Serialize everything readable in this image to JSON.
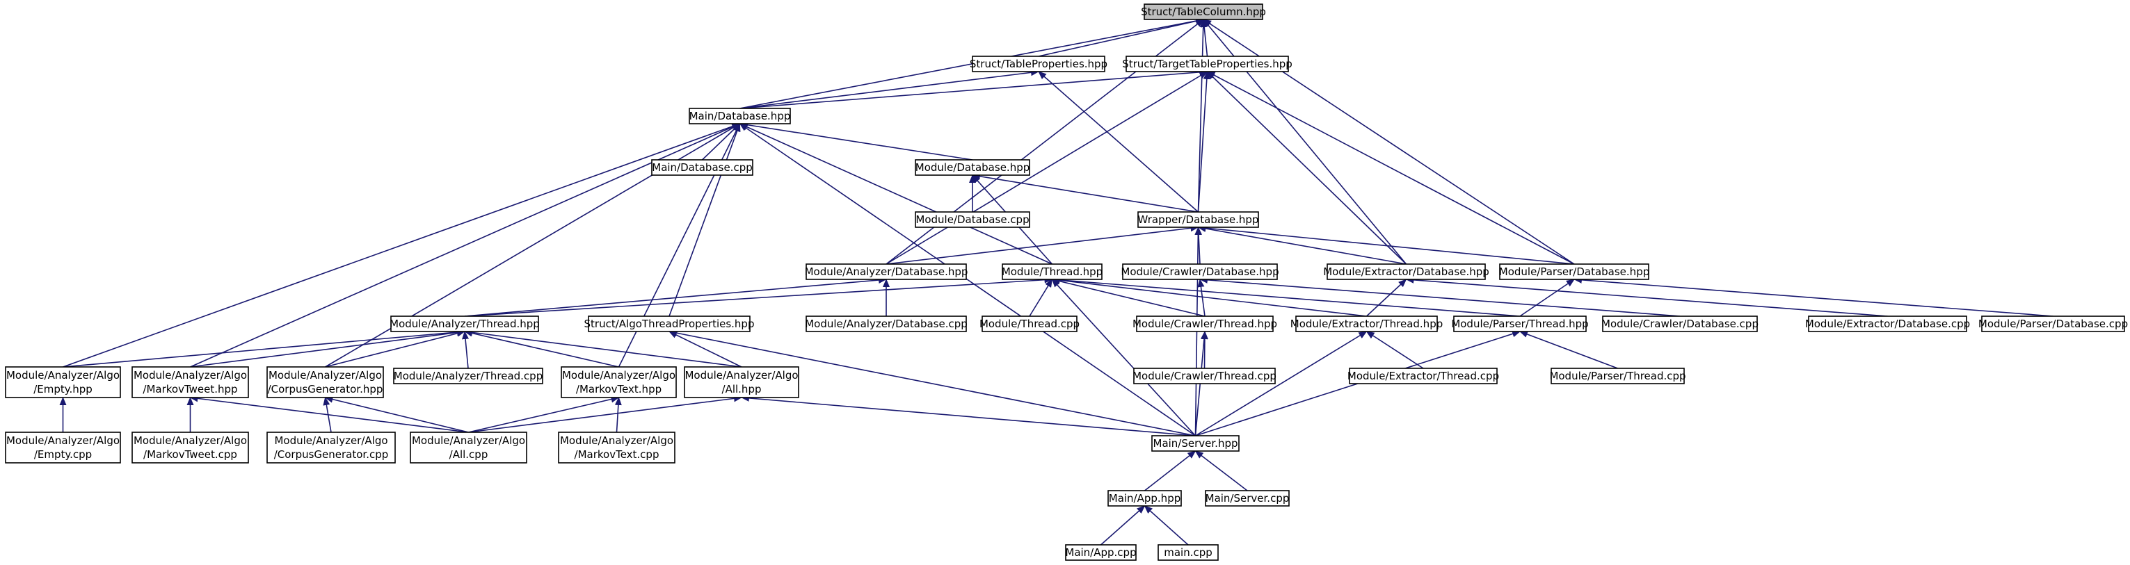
{
  "colors": {
    "edge": "#191970",
    "node_fill": "#ffffff",
    "root_fill": "#bfbfbf",
    "border": "#000000"
  },
  "nodes": [
    {
      "id": "table_column",
      "lines": [
        "Struct/TableColumn.hpp"
      ],
      "root": true
    },
    {
      "id": "table_props",
      "lines": [
        "Struct/TableProperties.hpp"
      ]
    },
    {
      "id": "target_table_props",
      "lines": [
        "Struct/TargetTableProperties.hpp"
      ]
    },
    {
      "id": "main_db_hpp",
      "lines": [
        "Main/Database.hpp"
      ]
    },
    {
      "id": "main_db_cpp",
      "lines": [
        "Main/Database.cpp"
      ]
    },
    {
      "id": "mod_db_hpp",
      "lines": [
        "Module/Database.hpp"
      ]
    },
    {
      "id": "mod_db_cpp",
      "lines": [
        "Module/Database.cpp"
      ]
    },
    {
      "id": "wrapper_db_hpp",
      "lines": [
        "Wrapper/Database.hpp"
      ]
    },
    {
      "id": "analyzer_db_hpp",
      "lines": [
        "Module/Analyzer/Database.hpp"
      ]
    },
    {
      "id": "analyzer_db_cpp",
      "lines": [
        "Module/Analyzer/Database.cpp"
      ]
    },
    {
      "id": "thread_hpp",
      "lines": [
        "Module/Thread.hpp"
      ]
    },
    {
      "id": "thread_cpp",
      "lines": [
        "Module/Thread.cpp"
      ]
    },
    {
      "id": "crawler_db_hpp",
      "lines": [
        "Module/Crawler/Database.hpp"
      ]
    },
    {
      "id": "crawler_db_cpp",
      "lines": [
        "Module/Crawler/Database.cpp"
      ]
    },
    {
      "id": "extractor_db_hpp",
      "lines": [
        "Module/Extractor/Database.hpp"
      ]
    },
    {
      "id": "extractor_db_cpp",
      "lines": [
        "Module/Extractor/Database.cpp"
      ]
    },
    {
      "id": "parser_db_hpp",
      "lines": [
        "Module/Parser/Database.hpp"
      ]
    },
    {
      "id": "parser_db_cpp",
      "lines": [
        "Module/Parser/Database.cpp"
      ]
    },
    {
      "id": "analyzer_thread_hpp",
      "lines": [
        "Module/Analyzer/Thread.hpp"
      ]
    },
    {
      "id": "analyzer_thread_cpp",
      "lines": [
        "Module/Analyzer/Thread.cpp"
      ]
    },
    {
      "id": "algo_thread_props",
      "lines": [
        "Struct/AlgoThreadProperties.hpp"
      ]
    },
    {
      "id": "crawler_thread_hpp",
      "lines": [
        "Module/Crawler/Thread.hpp"
      ]
    },
    {
      "id": "crawler_thread_cpp",
      "lines": [
        "Module/Crawler/Thread.cpp"
      ]
    },
    {
      "id": "extractor_thread_hpp",
      "lines": [
        "Module/Extractor/Thread.hpp"
      ]
    },
    {
      "id": "extractor_thread_cpp",
      "lines": [
        "Module/Extractor/Thread.cpp"
      ]
    },
    {
      "id": "parser_thread_hpp",
      "lines": [
        "Module/Parser/Thread.hpp"
      ]
    },
    {
      "id": "parser_thread_cpp",
      "lines": [
        "Module/Parser/Thread.cpp"
      ]
    },
    {
      "id": "algo_empty_hpp",
      "lines": [
        "Module/Analyzer/Algo",
        "/Empty.hpp"
      ]
    },
    {
      "id": "algo_empty_cpp",
      "lines": [
        "Module/Analyzer/Algo",
        "/Empty.cpp"
      ]
    },
    {
      "id": "algo_markovtweet_hpp",
      "lines": [
        "Module/Analyzer/Algo",
        "/MarkovTweet.hpp"
      ]
    },
    {
      "id": "algo_markovtweet_cpp",
      "lines": [
        "Module/Analyzer/Algo",
        "/MarkovTweet.cpp"
      ]
    },
    {
      "id": "algo_corpusgen_hpp",
      "lines": [
        "Module/Analyzer/Algo",
        "/CorpusGenerator.hpp"
      ]
    },
    {
      "id": "algo_corpusgen_cpp",
      "lines": [
        "Module/Analyzer/Algo",
        "/CorpusGenerator.cpp"
      ]
    },
    {
      "id": "algo_markovtext_hpp",
      "lines": [
        "Module/Analyzer/Algo",
        "/MarkovText.hpp"
      ]
    },
    {
      "id": "algo_markovtext_cpp",
      "lines": [
        "Module/Analyzer/Algo",
        "/MarkovText.cpp"
      ]
    },
    {
      "id": "algo_all_hpp",
      "lines": [
        "Module/Analyzer/Algo",
        "/All.hpp"
      ]
    },
    {
      "id": "algo_all_cpp",
      "lines": [
        "Module/Analyzer/Algo",
        "/All.cpp"
      ]
    },
    {
      "id": "server_hpp",
      "lines": [
        "Main/Server.hpp"
      ]
    },
    {
      "id": "server_cpp",
      "lines": [
        "Main/Server.cpp"
      ]
    },
    {
      "id": "app_hpp",
      "lines": [
        "Main/App.hpp"
      ]
    },
    {
      "id": "app_cpp",
      "lines": [
        "Main/App.cpp"
      ]
    },
    {
      "id": "main_cpp",
      "lines": [
        "main.cpp"
      ]
    }
  ],
  "edges": [
    [
      "table_props",
      "table_column"
    ],
    [
      "target_table_props",
      "table_column"
    ],
    [
      "main_db_hpp",
      "table_column"
    ],
    [
      "wrapper_db_hpp",
      "table_column"
    ],
    [
      "analyzer_db_hpp",
      "table_column"
    ],
    [
      "extractor_db_hpp",
      "table_column"
    ],
    [
      "parser_db_hpp",
      "table_column"
    ],
    [
      "main_db_hpp",
      "table_props"
    ],
    [
      "wrapper_db_hpp",
      "table_props"
    ],
    [
      "main_db_hpp",
      "target_table_props"
    ],
    [
      "wrapper_db_hpp",
      "target_table_props"
    ],
    [
      "analyzer_db_hpp",
      "target_table_props"
    ],
    [
      "extractor_db_hpp",
      "target_table_props"
    ],
    [
      "parser_db_hpp",
      "target_table_props"
    ],
    [
      "main_db_cpp",
      "main_db_hpp"
    ],
    [
      "mod_db_hpp",
      "main_db_hpp"
    ],
    [
      "thread_hpp",
      "main_db_hpp"
    ],
    [
      "algo_thread_props",
      "main_db_hpp"
    ],
    [
      "algo_empty_hpp",
      "main_db_hpp"
    ],
    [
      "algo_markovtweet_hpp",
      "main_db_hpp"
    ],
    [
      "algo_corpusgen_hpp",
      "main_db_hpp"
    ],
    [
      "algo_markovtext_hpp",
      "main_db_hpp"
    ],
    [
      "server_hpp",
      "main_db_hpp"
    ],
    [
      "mod_db_cpp",
      "mod_db_hpp"
    ],
    [
      "wrapper_db_hpp",
      "mod_db_hpp"
    ],
    [
      "thread_hpp",
      "mod_db_hpp"
    ],
    [
      "analyzer_db_hpp",
      "wrapper_db_hpp"
    ],
    [
      "crawler_db_hpp",
      "wrapper_db_hpp"
    ],
    [
      "extractor_db_hpp",
      "wrapper_db_hpp"
    ],
    [
      "parser_db_hpp",
      "wrapper_db_hpp"
    ],
    [
      "server_hpp",
      "wrapper_db_hpp"
    ],
    [
      "analyzer_thread_hpp",
      "analyzer_db_hpp"
    ],
    [
      "analyzer_db_cpp",
      "analyzer_db_hpp"
    ],
    [
      "thread_cpp",
      "thread_hpp"
    ],
    [
      "analyzer_thread_hpp",
      "thread_hpp"
    ],
    [
      "crawler_thread_hpp",
      "thread_hpp"
    ],
    [
      "extractor_thread_hpp",
      "thread_hpp"
    ],
    [
      "parser_thread_hpp",
      "thread_hpp"
    ],
    [
      "server_hpp",
      "thread_hpp"
    ],
    [
      "crawler_thread_hpp",
      "crawler_db_hpp"
    ],
    [
      "crawler_db_cpp",
      "crawler_db_hpp"
    ],
    [
      "extractor_thread_hpp",
      "extractor_db_hpp"
    ],
    [
      "extractor_db_cpp",
      "extractor_db_hpp"
    ],
    [
      "parser_thread_hpp",
      "parser_db_hpp"
    ],
    [
      "parser_db_cpp",
      "parser_db_hpp"
    ],
    [
      "algo_empty_hpp",
      "analyzer_thread_hpp"
    ],
    [
      "algo_markovtweet_hpp",
      "analyzer_thread_hpp"
    ],
    [
      "algo_corpusgen_hpp",
      "analyzer_thread_hpp"
    ],
    [
      "analyzer_thread_cpp",
      "analyzer_thread_hpp"
    ],
    [
      "algo_markovtext_hpp",
      "analyzer_thread_hpp"
    ],
    [
      "algo_all_hpp",
      "analyzer_thread_hpp"
    ],
    [
      "algo_all_hpp",
      "algo_thread_props"
    ],
    [
      "server_hpp",
      "algo_thread_props"
    ],
    [
      "crawler_thread_cpp",
      "crawler_thread_hpp"
    ],
    [
      "server_hpp",
      "crawler_thread_hpp"
    ],
    [
      "extractor_thread_cpp",
      "extractor_thread_hpp"
    ],
    [
      "server_hpp",
      "extractor_thread_hpp"
    ],
    [
      "parser_thread_cpp",
      "parser_thread_hpp"
    ],
    [
      "server_hpp",
      "parser_thread_hpp"
    ],
    [
      "algo_empty_cpp",
      "algo_empty_hpp"
    ],
    [
      "algo_markovtweet_cpp",
      "algo_markovtweet_hpp"
    ],
    [
      "algo_all_cpp",
      "algo_markovtweet_hpp"
    ],
    [
      "algo_corpusgen_cpp",
      "algo_corpusgen_hpp"
    ],
    [
      "algo_all_cpp",
      "algo_corpusgen_hpp"
    ],
    [
      "algo_markovtext_cpp",
      "algo_markovtext_hpp"
    ],
    [
      "algo_all_cpp",
      "algo_markovtext_hpp"
    ],
    [
      "algo_all_cpp",
      "algo_all_hpp"
    ],
    [
      "server_hpp",
      "algo_all_hpp"
    ],
    [
      "app_hpp",
      "server_hpp"
    ],
    [
      "server_cpp",
      "server_hpp"
    ],
    [
      "app_cpp",
      "app_hpp"
    ],
    [
      "main_cpp",
      "app_hpp"
    ]
  ]
}
